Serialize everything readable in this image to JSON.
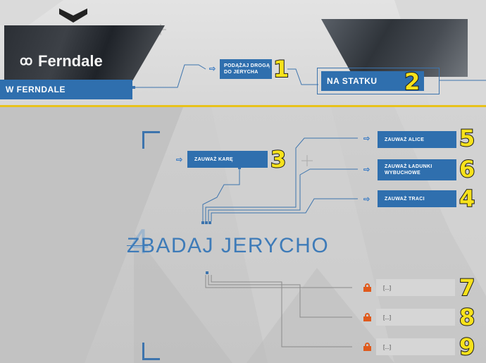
{
  "top_section": {
    "ferndale_logo": "Ferndale",
    "ferndale_node": "W FERNDALE",
    "node1": "PODĄŻAJ DROGĄ DO JERYCHA",
    "node2": "NA STATKU",
    "num1": "1",
    "num2": "2"
  },
  "bottom_section": {
    "title": "ZBADAJ JERYCHO",
    "nodes": [
      {
        "label": "ZAUWAŻ KARĘ",
        "num": "3"
      },
      {
        "label": "ZAUWAŻ ALICE",
        "num": "5"
      },
      {
        "label": "ZAUWAŻ ŁADUNKI WYBUCHOWE",
        "num": "6"
      },
      {
        "label": "ZAUWAŻ TRACI",
        "num": "4"
      }
    ],
    "locked": [
      {
        "label": "[...]",
        "num": "7"
      },
      {
        "label": "[...]",
        "num": "8"
      },
      {
        "label": "[...]",
        "num": "9"
      }
    ]
  },
  "icons": {
    "arrow": "⇨",
    "logo_mark": "ꝏ"
  },
  "colors": {
    "node_blue": "#2f6fae",
    "accent_yellow": "#e8c21b",
    "lock_orange": "#e05a1c",
    "number_yellow": "#f7e21b"
  }
}
